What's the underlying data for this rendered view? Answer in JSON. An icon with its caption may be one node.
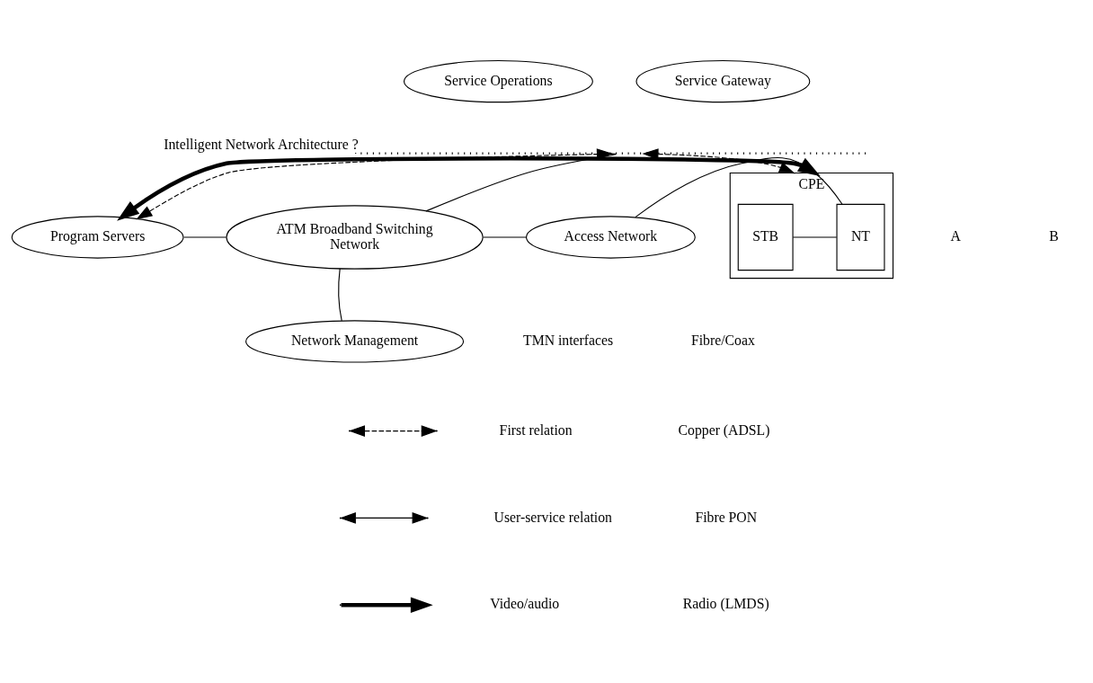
{
  "diagram": {
    "nodes": [
      {
        "text": [
          "Service Operations"
        ]
      },
      {
        "text": [
          "Service Gateway"
        ]
      },
      {
        "text": [],
        "shape": "bar",
        "beside": [
          "Intelligent Network Architecture ?"
        ]
      },
      {
        "text": [
          "Program Servers"
        ]
      },
      {
        "text": [
          "ATM Broadband Switching",
          "Network"
        ]
      },
      {
        "text": [
          "Access Network"
        ]
      },
      {
        "text": [
          "CPE"
        ]
      },
      {
        "text": [
          "NT"
        ],
        "in": 6
      },
      {
        "text": [
          "STB"
        ],
        "in": 6
      },
      {
        "text": [
          "Network Management"
        ]
      }
    ],
    "edges": [
      {
        "from": 3,
        "to": 2,
        "arrow": "both",
        "style": "dashed"
      },
      {
        "from": 2,
        "to": 6,
        "arrow": "both",
        "style": "dashed"
      },
      {
        "from": 4,
        "to": 2,
        "arrow": "none"
      },
      {
        "from": 3,
        "to": 4,
        "arrow": "none"
      },
      {
        "from": 4,
        "to": 5,
        "arrow": "none"
      },
      {
        "from": 5,
        "to": 7,
        "arrow": "none"
      },
      {
        "from": 7,
        "to": 8,
        "arrow": "none"
      },
      {
        "from": 3,
        "to": 6,
        "arrow": "both",
        "style": "thick"
      },
      {
        "from": 4,
        "to": 9,
        "arrow": "none"
      }
    ],
    "labels": [
      "A",
      "B",
      "TMN interfaces",
      "Fibre/Coax",
      "Copper (ADSL)",
      "Fibre PON",
      "Radio (LMDS)"
    ],
    "legend": [
      {
        "text": "First relation"
      },
      {
        "text": "User-service relation"
      },
      {
        "text": "Video/audio"
      }
    ]
  }
}
